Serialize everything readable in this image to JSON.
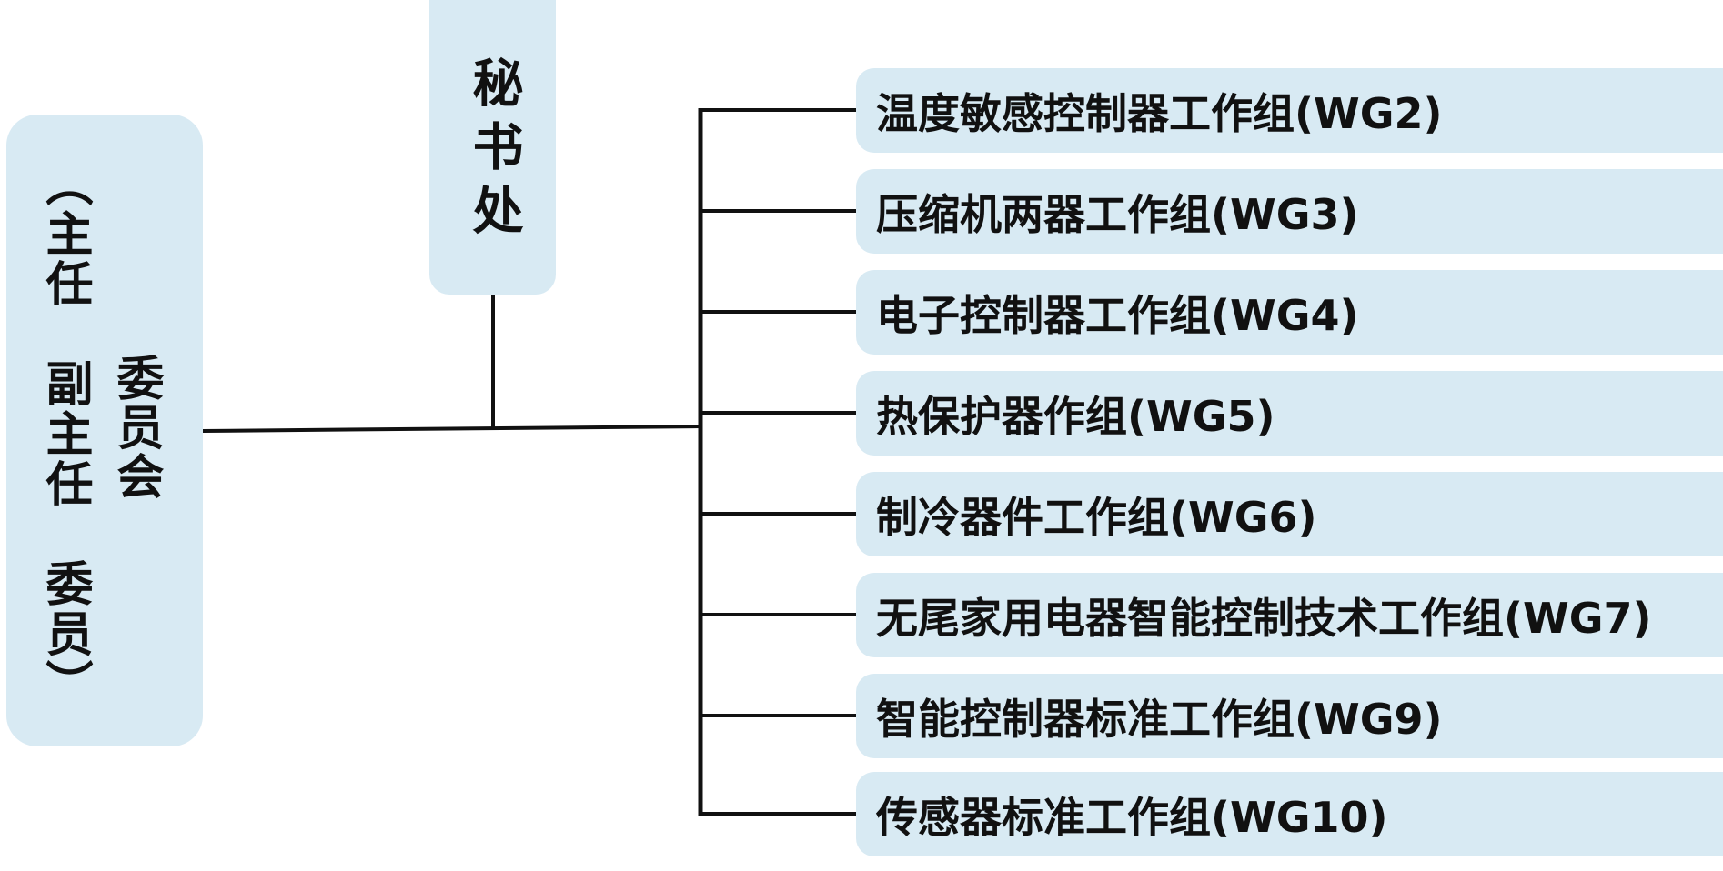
{
  "committee": {
    "name": "委员会",
    "members": "（主任　副主任　委员）"
  },
  "secretariat": {
    "label": "秘书处"
  },
  "working_groups": [
    "温度敏感控制器工作组(WG2)",
    "压缩机两器工作组(WG3)",
    "电子控制器工作组(WG4)",
    "热保护器作组(WG5)",
    "制冷器件工作组(WG6)",
    "无尾家用电器智能控制技术工作组(WG7)",
    "智能控制器标准工作组(WG9)",
    "传感器标准工作组(WG10)"
  ],
  "colors": {
    "box_fill": "#d8eaf3",
    "line": "#111111"
  }
}
